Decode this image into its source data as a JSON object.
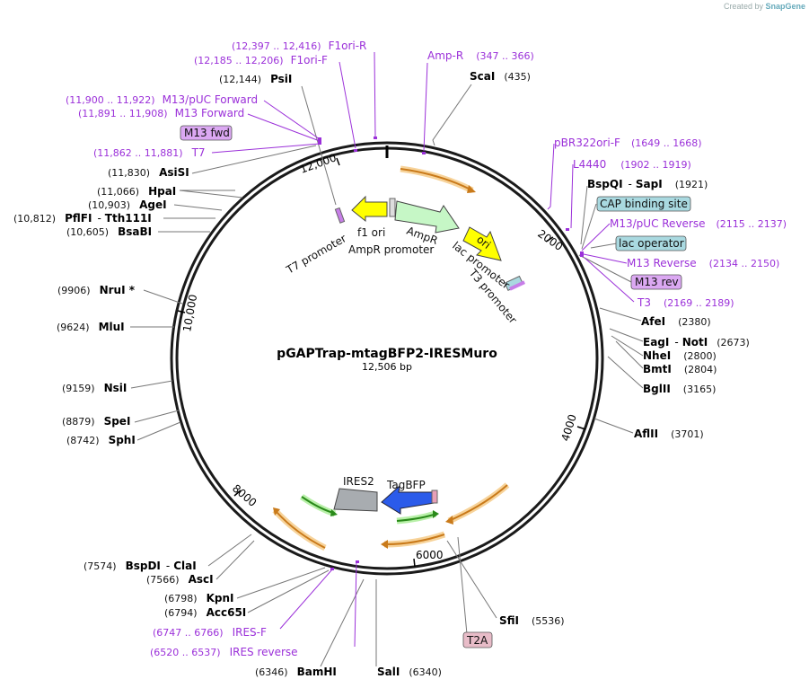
{
  "credit": {
    "prefix": "Created by",
    "brand": "SnapGene"
  },
  "plasmid": {
    "name": "pGAPTrap-mtagBFP2-IRESMuro",
    "length": "12,506 bp"
  },
  "ticks": [
    "2000",
    "4000",
    "6000",
    "8000",
    "10,000",
    "12,000"
  ],
  "features_inner": {
    "t7_promoter": "T7 promoter",
    "f1_ori": "f1 ori",
    "ampr": "AmpR",
    "ampr_promoter": "AmpR promoter",
    "ori": "ori",
    "lac_promoter": "lac promoter",
    "t3_promoter": "T3 promoter",
    "ires2": "IRES2",
    "tagbfp": "TagBFP"
  },
  "sites": {
    "scai": {
      "name": "ScaI",
      "pos": "(435)"
    },
    "psii": {
      "name": "PsiI",
      "pos": "(12,144)"
    },
    "asisi": {
      "name": "AsiSI",
      "pos": "(11,830)"
    },
    "hpai": {
      "name": "HpaI",
      "pos": "(11,066)"
    },
    "agei": {
      "name": "AgeI",
      "pos": "(10,903)"
    },
    "pflfi": {
      "name": "PflFI",
      "sep": "-",
      "name2": "Tth111I",
      "pos": "(10,812)"
    },
    "bsabi": {
      "name": "BsaBI",
      "pos": "(10,605)"
    },
    "nrui": {
      "name": "NruI *",
      "pos": "(9906)"
    },
    "mlui": {
      "name": "MluI",
      "pos": "(9624)"
    },
    "nsii": {
      "name": "NsiI",
      "pos": "(9159)"
    },
    "spei": {
      "name": "SpeI",
      "pos": "(8879)"
    },
    "sphi": {
      "name": "SphI",
      "pos": "(8742)"
    },
    "bspdi": {
      "name": "BspDI",
      "sep": "-",
      "name2": "ClaI",
      "pos": "(7574)"
    },
    "asci": {
      "name": "AscI",
      "pos": "(7566)"
    },
    "kpni": {
      "name": "KpnI",
      "pos": "(6798)"
    },
    "acc65i": {
      "name": "Acc65I",
      "pos": "(6794)"
    },
    "bamhi": {
      "name": "BamHI",
      "pos": "(6346)"
    },
    "sali": {
      "name": "SalI",
      "pos": "(6340)"
    },
    "sfii": {
      "name": "SfiI",
      "pos": "(5536)"
    },
    "aflii": {
      "name": "AflII",
      "pos": "(3701)"
    },
    "bglii": {
      "name": "BglII",
      "pos": "(3165)"
    },
    "bmti": {
      "name": "BmtI",
      "pos": "(2804)"
    },
    "nhei": {
      "name": "NheI",
      "pos": "(2800)"
    },
    "eagi": {
      "name": "EagI",
      "sep": "-",
      "name2": "NotI",
      "pos": "(2673)"
    },
    "afei": {
      "name": "AfeI",
      "pos": "(2380)"
    },
    "bspqi": {
      "name": "BspQI",
      "sep": "-",
      "name2": "SapI",
      "pos": "(1921)"
    }
  },
  "primers": {
    "f1ori_r": {
      "range": "(12,397 .. 12,416)",
      "name": "F1ori-R"
    },
    "f1ori_f": {
      "range": "(12,185 .. 12,206)",
      "name": "F1ori-F"
    },
    "amp_r": {
      "name": "Amp-R",
      "range": "(347 .. 366)"
    },
    "m13puc_fwd": {
      "range": "(11,900 .. 11,922)",
      "name": "M13/pUC Forward"
    },
    "m13_fwd": {
      "range": "(11,891 .. 11,908)",
      "name": "M13 Forward"
    },
    "t7": {
      "range": "(11,862 .. 11,881)",
      "name": "T7"
    },
    "pbr322ori_f": {
      "name": "pBR322ori-F",
      "range": "(1649 .. 1668)"
    },
    "l4440": {
      "name": "L4440",
      "range": "(1902 .. 1919)"
    },
    "m13puc_rev": {
      "name": "M13/pUC Reverse",
      "range": "(2115 .. 2137)"
    },
    "m13_rev": {
      "name": "M13 Reverse",
      "range": "(2134 .. 2150)"
    },
    "t3": {
      "name": "T3",
      "range": "(2169 .. 2189)"
    },
    "ires_f": {
      "range": "(6747 .. 6766)",
      "name": "IRES-F"
    },
    "ires_reverse": {
      "range": "(6520 .. 6537)",
      "name": "IRES reverse"
    }
  },
  "boxes": {
    "m13_fwd_box": "M13 fwd",
    "cap_binding": "CAP binding site",
    "lac_operator": "lac operator",
    "m13_rev_box": "M13 rev",
    "t2a": "T2A"
  },
  "colors": {
    "yellow": "#ffff00",
    "light_green": "#c6f7c6",
    "orange_orf": "#f5a623",
    "blue": "#2b5bea",
    "gray": "#a8acb0",
    "purple": "#9b30d9",
    "box_teal": "#a9d9e0",
    "box_purple": "#dba8f2",
    "box_pink": "#e8bcc8"
  }
}
